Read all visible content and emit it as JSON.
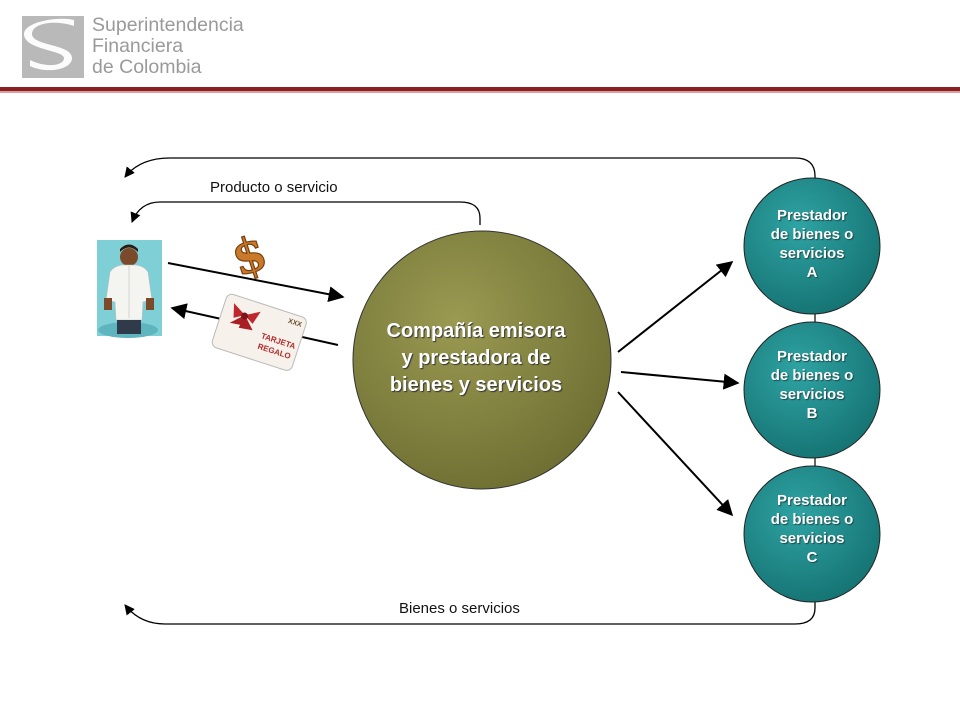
{
  "header": {
    "logo_lines": [
      "Superintendencia",
      "Financiera",
      "de Colombia"
    ]
  },
  "colors": {
    "brand_rule": "#8b1e22",
    "center_circle": "#7c7c3c",
    "provider_circle": "#1f8a8a"
  },
  "diagram": {
    "top_flow_label": "Producto o servicio",
    "bottom_flow_label": "Bienes o servicios",
    "center_lines": [
      "Compañía emisora",
      "y  prestadora de",
      "bienes y servicios"
    ],
    "providers": [
      {
        "lines": [
          "Prestador",
          "de bienes o",
          "servicios",
          "A"
        ]
      },
      {
        "lines": [
          "Prestador",
          "de bienes o",
          "servicios",
          "B"
        ]
      },
      {
        "lines": [
          "Prestador",
          "de bienes o",
          "servicios",
          "C"
        ]
      }
    ],
    "card_text": [
      "TARJETA",
      "REGALO"
    ],
    "card_mark": "XXX",
    "money_symbol": "$"
  },
  "icons": {
    "customer": "person-icon",
    "money": "dollar-sign-icon",
    "gift_card": "gift-card-icon"
  }
}
